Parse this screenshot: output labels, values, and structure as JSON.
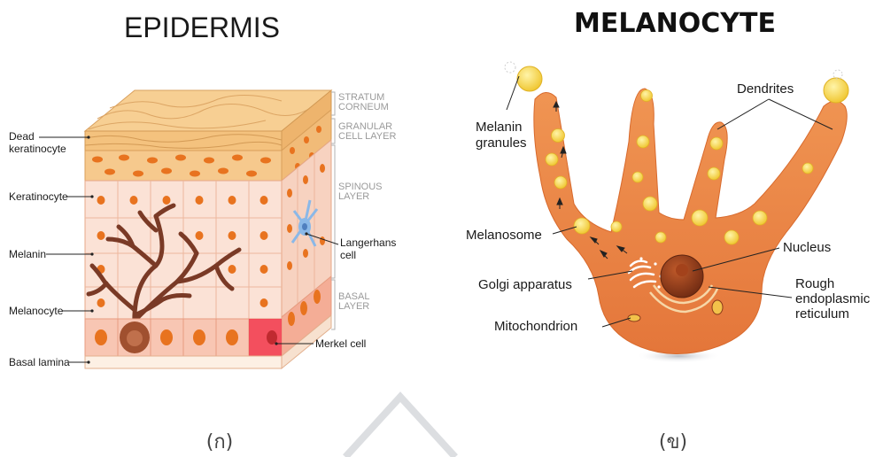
{
  "left": {
    "title": "EPIDERMIS",
    "caption": "(ก)",
    "layers": [
      "STRATUM CORNEUM",
      "GRANULAR CELL LAYER",
      "SPINOUS LAYER",
      "BASAL LAYER"
    ],
    "labels": {
      "dead_keratinocyte_1": "Dead",
      "dead_keratinocyte_2": "keratinocyte",
      "keratinocyte": "Keratinocyte",
      "melanin": "Melanin",
      "melanocyte": "Melanocyte",
      "basal_lamina": "Basal lamina",
      "langerhans_1": "Langerhans",
      "langerhans_2": "cell",
      "merkel": "Merkel cell"
    }
  },
  "right": {
    "title": "MELANOCYTE",
    "caption": "(ข)",
    "labels": {
      "melanin_granules_1": "Melanin",
      "melanin_granules_2": "granules",
      "dendrites": "Dendrites",
      "melanosome": "Melanosome",
      "nucleus": "Nucleus",
      "golgi": "Golgi apparatus",
      "rough_er_1": "Rough",
      "rough_er_2": "endoplasmic",
      "rough_er_3": "reticulum",
      "mitochondrion": "Mitochondrion"
    }
  },
  "colors": {
    "skin_top": "#f6c987",
    "cell_fill": "#fbe3d9",
    "nucleus": "#e8731f",
    "melanocyte_body": "#ef8a4a",
    "granule": "#f7d85a",
    "melanin_branch": "#7a3a26",
    "merkel": "#f23a4f",
    "langerhans": "#8ab8e8"
  }
}
